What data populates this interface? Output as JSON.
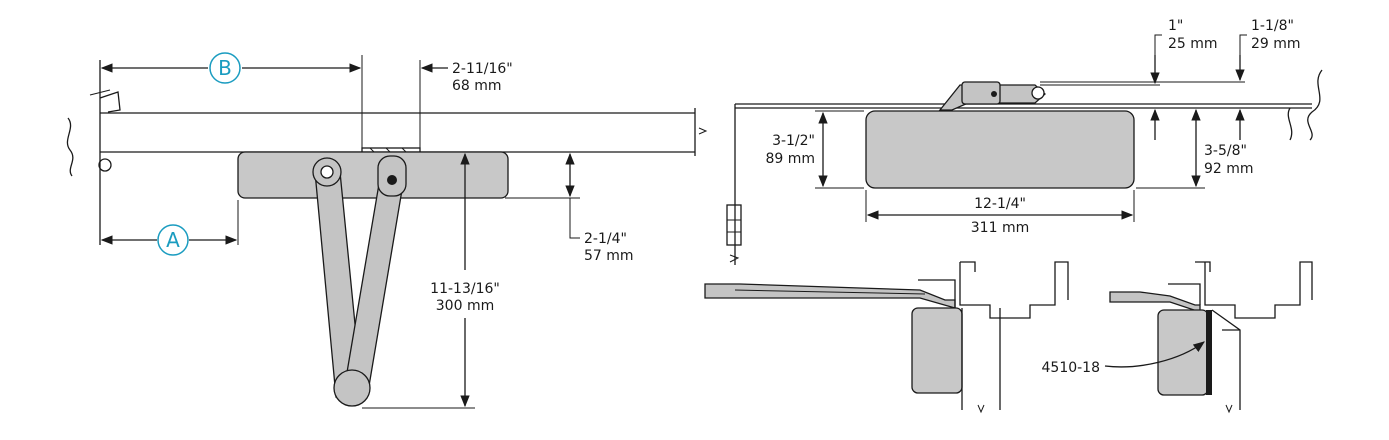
{
  "callouts": {
    "a": "A",
    "b": "B",
    "color": "#1a9cc0"
  },
  "dimensions": {
    "top_bracket_in": "2-11/16\"",
    "top_bracket_mm": "68 mm",
    "offset_in": "2-1/4\"",
    "offset_mm": "57 mm",
    "arm_reach_in": "11-13/16\"",
    "arm_reach_mm": "300 mm",
    "body_height_in": "3-1/2\"",
    "body_height_mm": "89 mm",
    "body_width_in": "12-1/4\"",
    "body_width_mm": "311 mm",
    "right_height_in": "3-5/8\"",
    "right_height_mm": "92 mm",
    "top_gap_a_in": "1\"",
    "top_gap_a_mm": "25 mm",
    "top_gap_b_in": "1-1/8\"",
    "top_gap_b_mm": "29 mm"
  },
  "part_label": "4510-18"
}
